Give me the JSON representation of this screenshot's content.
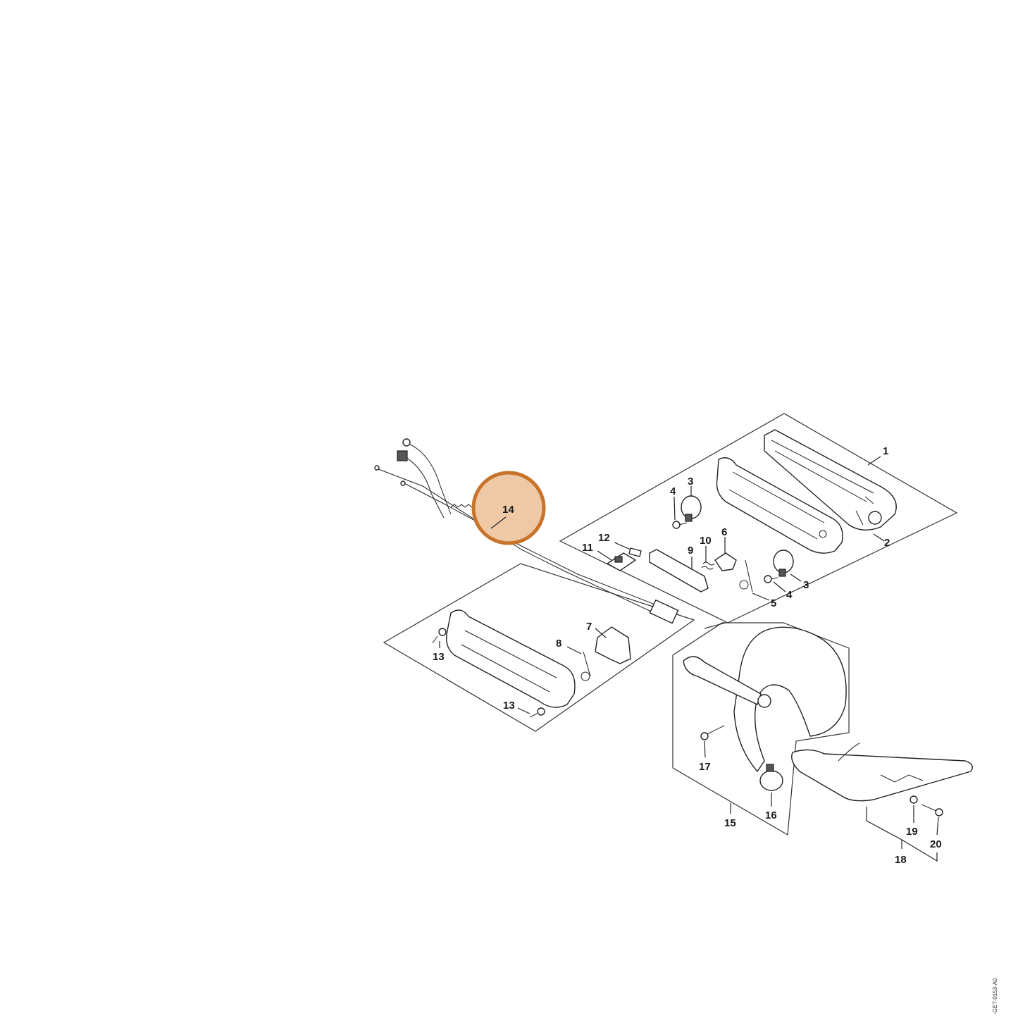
{
  "highlight": {
    "label": "14",
    "color": "#c8732a",
    "fill": "#efc9a6"
  },
  "callouts": [
    "1",
    "2",
    "3",
    "4",
    "6",
    "9",
    "10",
    "11",
    "12",
    "3",
    "4",
    "5",
    "7",
    "8",
    "13",
    "13",
    "17",
    "15",
    "16",
    "19",
    "20",
    "18"
  ],
  "drawing_code": "-GET-0153-A0"
}
